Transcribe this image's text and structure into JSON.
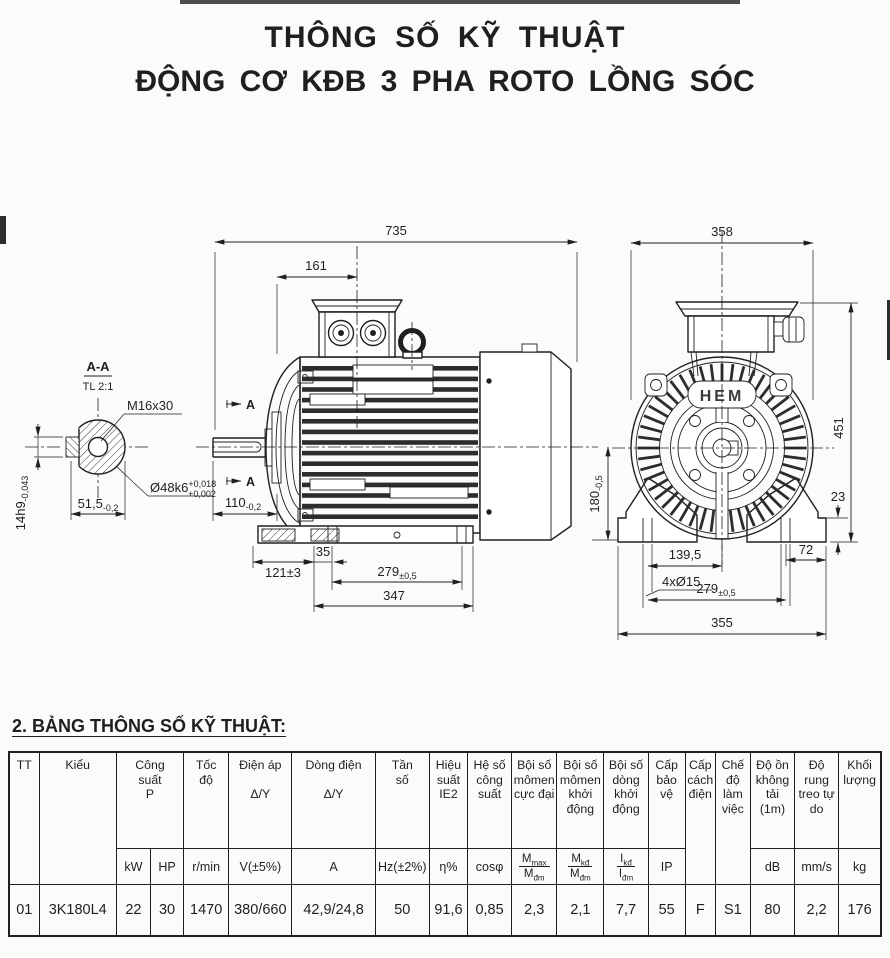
{
  "title": {
    "line1": "THÔNG SỐ KỸ THUẬT",
    "line2": "ĐỘNG CƠ KĐB 3 PHA ROTO LỒNG SÓC"
  },
  "drawing": {
    "section_view": {
      "label": "A-A",
      "scale": "TL 2:1",
      "thread": "M16x30",
      "shaft_dia": {
        "v": "Ø48k6",
        "t1": "+0,018",
        "t2": "+0,002"
      },
      "hub_width": {
        "v": "51,5",
        "t": "-0,2"
      },
      "key": {
        "v": "14h9",
        "t": "-0,043"
      }
    },
    "side_view": {
      "mark": "A",
      "d735": "735",
      "d161": "161",
      "d110": {
        "v": "110",
        "t": "-0,2"
      },
      "d121": "121±3",
      "d35": "35",
      "d279": {
        "v": "279",
        "t": "±0,5"
      },
      "d347": "347",
      "d180": {
        "v": "180",
        "t": "-0,5"
      }
    },
    "front_view": {
      "logo": "HEM",
      "d358": "358",
      "d451": "451",
      "d139": "139,5",
      "holes": "4xØ15",
      "d279": {
        "v": "279",
        "t": "±0,5"
      },
      "d355": "355",
      "d72": "72",
      "d23": "23"
    }
  },
  "table": {
    "heading": "2. BẢNG THÔNG SỐ KỸ THUẬT:",
    "h": {
      "tt": "TT",
      "kieu": "Kiểu",
      "congsuat": "Công\nsuất\nP",
      "tocdo": "Tốc\nđộ",
      "dienap": "Điện áp\n\nΔ/Y",
      "dongdien": "Dòng điện\n\nΔ/Y",
      "tanso": "Tần\nsố",
      "hieusuat": "Hiệu\nsuất\nIE2",
      "heso": "Hệ số\ncông\nsuất",
      "boisomax": "Bội số\nmômen\ncực đại",
      "boisokd": "Bội số\nmômen\nkhởi\nđộng",
      "boisodong": "Bội số\ndòng\nkhởi\nđộng",
      "capbaove": "Cấp\nbảo\nvệ",
      "capcachdien": "Cấp\ncách\nđiện",
      "chedo": "Chế\nđộ\nlàm\nviệc",
      "doon": "Độ ồn\nkhông\ntải (1m)",
      "dorung": "Độ\nrung\ntreo tự\ndo",
      "khoiluong": "Khối\nlượng"
    },
    "u": {
      "kw": "kW",
      "hp": "HP",
      "rmin": "r/min",
      "v": "V(±5%)",
      "a": "A",
      "hz": "Hz(±2%)",
      "eta": "η%",
      "cos": "cosφ",
      "mmax": {
        "nb": "M",
        "ns": "max",
        "db": "M",
        "ds": "đm"
      },
      "mkd": {
        "nb": "M",
        "ns": "kđ",
        "db": "M",
        "ds": "đm"
      },
      "ikd": {
        "nb": "I",
        "ns": "kđ",
        "db": "I",
        "ds": "đm"
      },
      "ip": "IP",
      "db": "dB",
      "mms": "mm/s",
      "kg": "kg"
    },
    "row": [
      "01",
      "3K180L4",
      "22",
      "30",
      "1470",
      "380/660",
      "42,9/24,8",
      "50",
      "91,6",
      "0,85",
      "2,3",
      "2,1",
      "7,7",
      "55",
      "F",
      "S1",
      "80",
      "2,2",
      "176"
    ]
  }
}
